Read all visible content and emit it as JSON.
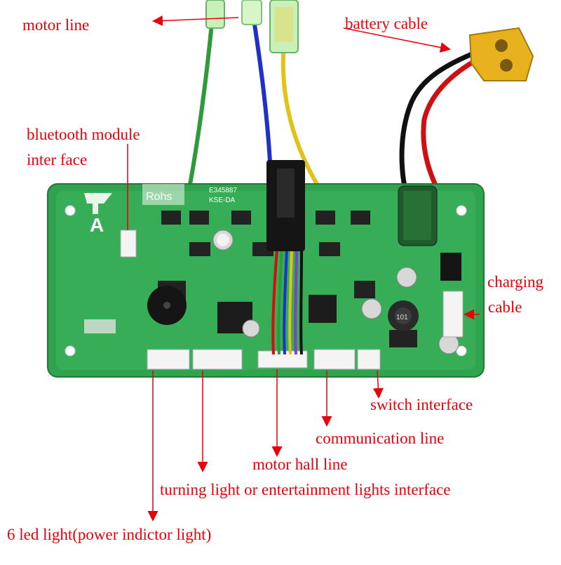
{
  "diagram": {
    "labels": {
      "motor_line": "motor line",
      "battery_cable": "battery cable",
      "bluetooth_module_line1": "bluetooth module",
      "bluetooth_module_line2": "inter face",
      "charging_cable_line1": "charging",
      "charging_cable_line2": "cable",
      "switch_interface": "switch interface",
      "communication_line": "communication line",
      "motor_hall_line": "motor hall line",
      "turning_light": "turning light or entertainment lights interface",
      "led_light": "6 led light(power indictor light)"
    },
    "board": {
      "brand_text": "Rohs",
      "logo_letter": "A",
      "chip_text_line1": "E345887",
      "chip_text_line2": "KSE-DA",
      "inductor_text": "101"
    },
    "colors": {
      "label": "#e8000b",
      "pcb": "#2fa34e",
      "wire_green": "#2e9a3a",
      "wire_blue": "#2030c8",
      "wire_yellow": "#e0c21a",
      "wire_red": "#d01010",
      "wire_black": "#111111",
      "xt60": "#e8b21e"
    }
  }
}
